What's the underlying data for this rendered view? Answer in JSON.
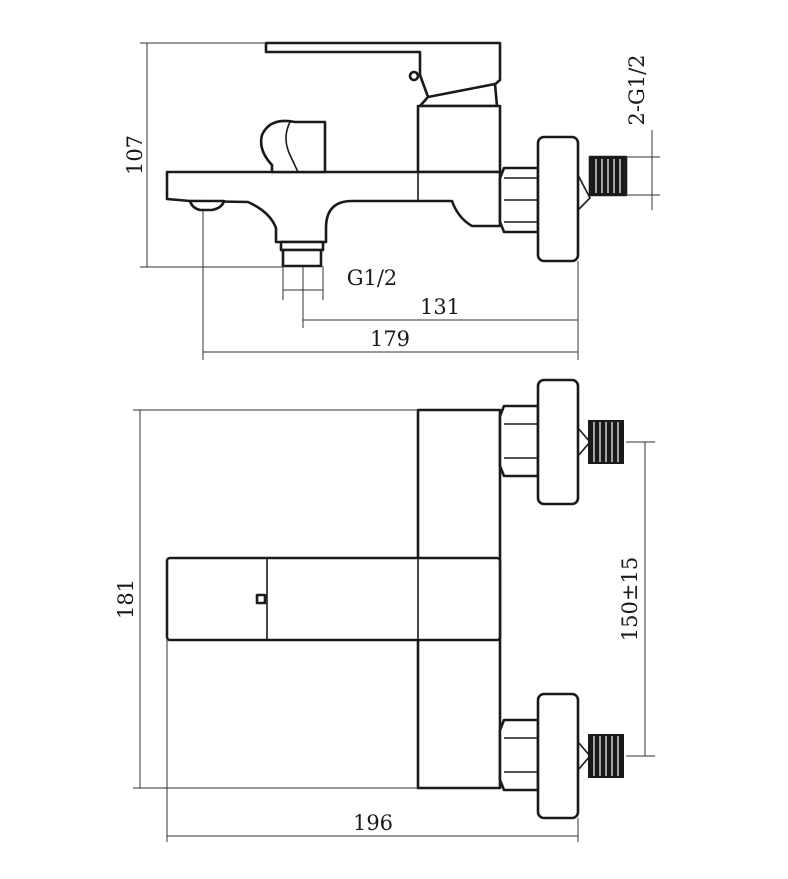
{
  "side_view": {
    "dim_height": "107",
    "dim_outlet_thread": "G1/2",
    "dim_inlet_thread": "2-G1/2",
    "dim_outlet_to_inlet": "131",
    "dim_spout_to_inlet": "179"
  },
  "top_view": {
    "dim_depth": "181",
    "dim_inlet_spacing": "150±15",
    "dim_total_length": "196"
  }
}
